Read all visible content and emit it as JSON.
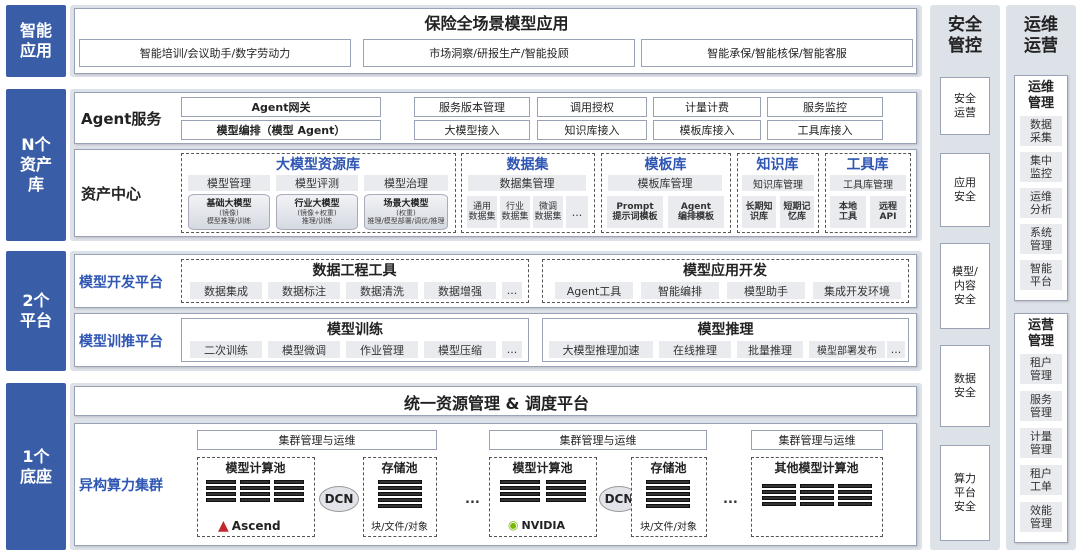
{
  "left_labels": {
    "smart_app": "智能\n应用",
    "asset_lib": "N个\n资产\n库",
    "platforms": "2个\n平台",
    "base": "1个\n底座"
  },
  "smart_app": {
    "title": "保险全场景模型应用",
    "items": [
      "智能培训/会议助手/数字劳动力",
      "市场洞察/研报生产/智能投顾",
      "智能承保/智能核保/智能客服"
    ]
  },
  "agent_service": {
    "label": "Agent服务",
    "gateway": "Agent网关",
    "orchestration": "模型编排（模型 Agent）",
    "top_row": [
      "服务版本管理",
      "调用授权",
      "计量计费",
      "服务监控"
    ],
    "bottom_row": [
      "大模型接入",
      "知识库接入",
      "模板库接入",
      "工具库接入"
    ]
  },
  "asset_center": {
    "label": "资产中心",
    "model_lib": {
      "title": "大模型资源库",
      "row": [
        "模型管理",
        "模型评测",
        "模型治理"
      ],
      "cylinders": [
        {
          "name": "基础大模型",
          "sub": "(镜像)",
          "foot": "模型推理/训练"
        },
        {
          "name": "行业大模型",
          "sub": "(镜像+权重)",
          "foot": "推理/训练"
        },
        {
          "name": "场景大模型",
          "sub": "(权重)",
          "foot": "推理/模型部署/调优/推理"
        }
      ]
    },
    "dataset": {
      "title": "数据集",
      "manage": "数据集管理",
      "items": [
        "通用\n数据集",
        "行业\n数据集",
        "微调\n数据集",
        "..."
      ]
    },
    "template": {
      "title": "模板库",
      "manage": "模板库管理",
      "items": [
        "Prompt\n提示词模板",
        "Agent\n编排模板"
      ]
    },
    "knowledge": {
      "title": "知识库",
      "manage": "知识库管理",
      "items": [
        "长期知\n识库",
        "短期记\n忆库"
      ]
    },
    "tools": {
      "title": "工具库",
      "manage": "工具库管理",
      "items": [
        "本地\n工具",
        "远程\nAPI"
      ]
    }
  },
  "dev_platform": {
    "label": "模型开发平台",
    "data_eng": {
      "title": "数据工程工具",
      "items": [
        "数据集成",
        "数据标注",
        "数据清洗",
        "数据增强",
        "..."
      ]
    },
    "app_dev": {
      "title": "模型应用开发",
      "items": [
        "Agent工具",
        "智能编排",
        "模型助手",
        "集成开发环境"
      ]
    }
  },
  "train_platform": {
    "label": "模型训推平台",
    "training": {
      "title": "模型训练",
      "items": [
        "二次训练",
        "模型微调",
        "作业管理",
        "模型压缩",
        "..."
      ]
    },
    "inference": {
      "title": "模型推理",
      "items": [
        "大模型推理加速",
        "在线推理",
        "批量推理",
        "模型部署发布",
        "..."
      ]
    }
  },
  "resource_mgmt": {
    "title": "统一资源管理 & 调度平台"
  },
  "cluster": {
    "label": "异构算力集群",
    "ops": [
      "集群管理与运维",
      "集群管理与运维",
      "集群管理与运维"
    ],
    "pool1": {
      "compute": "模型计算池",
      "vendor": "Ascend",
      "storage": "存储池",
      "storage_sub": "块/文件/对象"
    },
    "pool2": {
      "compute": "模型计算池",
      "vendor": "NVIDIA",
      "storage": "存储池",
      "storage_sub": "块/文件/对象"
    },
    "pool3": {
      "compute": "其他模型计算池"
    },
    "dcn": "DCN",
    "ellipsis": "..."
  },
  "security": {
    "title": "安全\n管控",
    "items": [
      "安全\n运营",
      "应用\n安全",
      "模型/\n内容\n安全",
      "数据\n安全",
      "算力\n平台\n安全"
    ]
  },
  "ops": {
    "title": "运维\n运营",
    "mgmt_title": "运维\n管理",
    "mgmt_items": [
      "数据\n采集",
      "集中\n监控",
      "运维\n分析",
      "系统\n管理",
      "智能\n平台"
    ],
    "run_title": "运营\n管理",
    "run_items": [
      "租户\n管理",
      "服务\n管理",
      "计量\n管理",
      "租户\n工单",
      "效能\n管理"
    ]
  },
  "colors": {
    "side": "#3a5da8",
    "band": "#dde1e8",
    "accent_text": "#2f56b3"
  }
}
